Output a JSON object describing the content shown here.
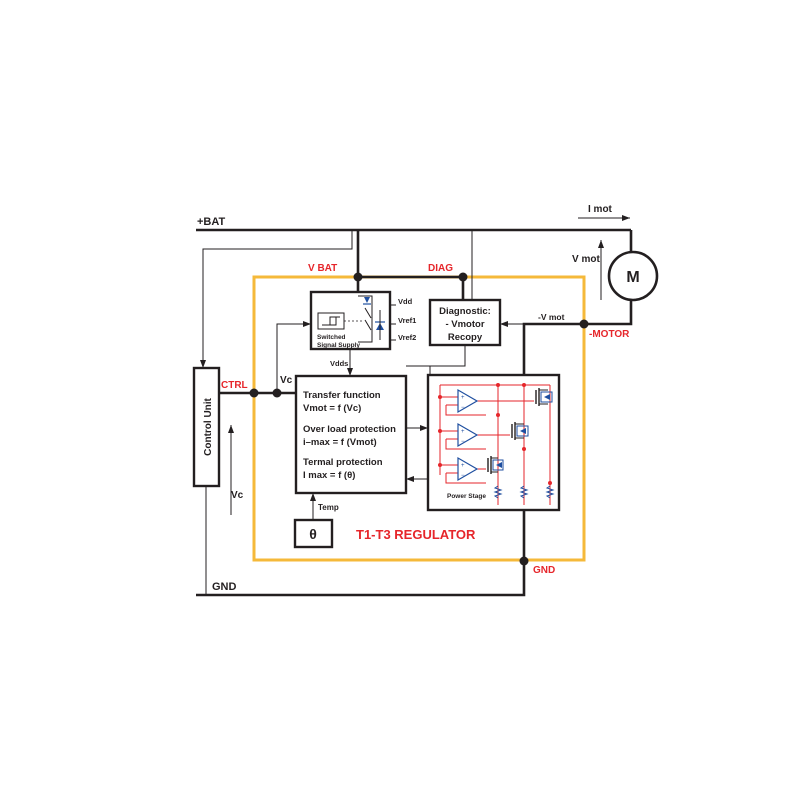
{
  "labels": {
    "bat": "+BAT",
    "gnd": "GND",
    "imot": "I mot",
    "vmot": "V mot",
    "motor_symbol": "M",
    "vbat": "V BAT",
    "diag": "DIAG",
    "neg_vmot": "-V mot",
    "neg_motor": "-MOTOR",
    "ctrl": "CTRL",
    "vc_upper": "Vc",
    "vc_lower": "Vc",
    "vdd": "Vdd",
    "vref1": "Vref1",
    "vref2": "Vref2",
    "vdds": "Vdds",
    "switched_line1": "Switched",
    "switched_line2": "Signal Supply",
    "diag_line1": "Diagnostic:",
    "diag_line2": "- Vmotor",
    "diag_line3": "Recopy",
    "transfer_line1": "Transfer function",
    "transfer_line2": "Vmot = f (Vc)",
    "overload_line1": "Over load protection",
    "overload_line2": "i–max = f (Vmot)",
    "termal_line1": "Termal protection",
    "termal_line2": "I  max = f (θ)",
    "power_stage": "Power Stage",
    "temp": "Temp",
    "theta": "θ",
    "regulator": "T1-T3 REGULATOR",
    "gnd_red": "GND",
    "control_unit": "Control Unit"
  },
  "colors": {
    "wire": "#231f20",
    "accent_red": "#e6262b",
    "regulator_border": "#f5b93a",
    "component_blue": "#1f4fa0"
  }
}
